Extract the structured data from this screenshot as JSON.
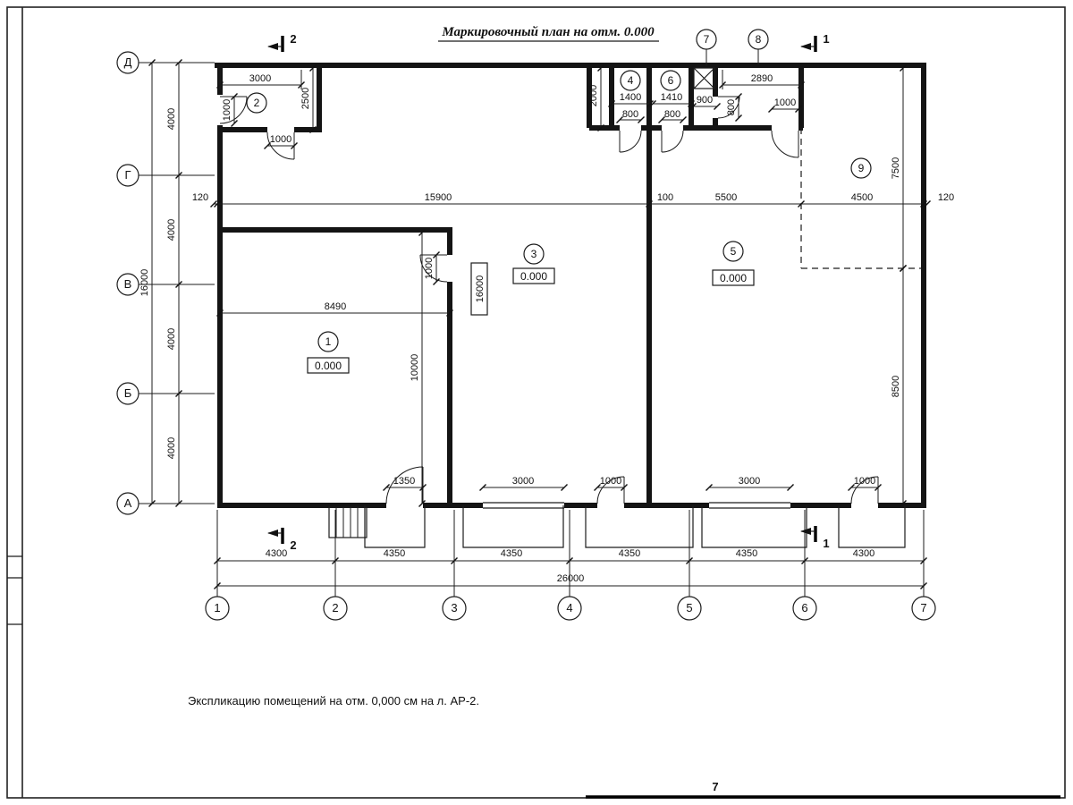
{
  "sheet": {
    "title": "Маркировочный план на отм. 0.000",
    "note": "Экспликацию помещений на отм. 0,000 см на л. АР-2.",
    "page": "7"
  },
  "axis": {
    "rows": [
      "Д",
      "Г",
      "В",
      "Б",
      "А"
    ],
    "cols": [
      "1",
      "2",
      "3",
      "4",
      "5",
      "6",
      "7"
    ]
  },
  "rooms": [
    "1",
    "2",
    "3",
    "4",
    "5",
    "6",
    "7",
    "8",
    "9"
  ],
  "elevation": "0.000",
  "sections": {
    "s1": "1",
    "s2": "2"
  },
  "dims": {
    "room2_width": "3000",
    "room2_height": "2500",
    "room2_door_wall": "1000",
    "room2_door_bottom": "1000",
    "left_chain": [
      "4000",
      "4000",
      "4000",
      "4000"
    ],
    "left_total": "16000",
    "mid_chain": [
      "120",
      "15900",
      "100",
      "5500",
      "4500",
      "120"
    ],
    "strip_depth": "2000",
    "room4_width": "1400",
    "room4_door": "800",
    "room6_width": "1410",
    "room6_door": "800",
    "shaft_width": "900",
    "corridor_door": "800",
    "room8_width": "2890",
    "room8_door": "1000",
    "right_upper": "7500",
    "right_lower": "8500",
    "room1_width": "8490",
    "room1_depth": "10000",
    "room1_door": "1000",
    "ref_height": "16000",
    "bottom_doors": [
      "1350",
      "3000",
      "1000",
      "3000",
      "1000"
    ],
    "bottom_chain": [
      "4300",
      "4350",
      "4350",
      "4350",
      "4350",
      "4300"
    ],
    "bottom_total": "26000"
  }
}
